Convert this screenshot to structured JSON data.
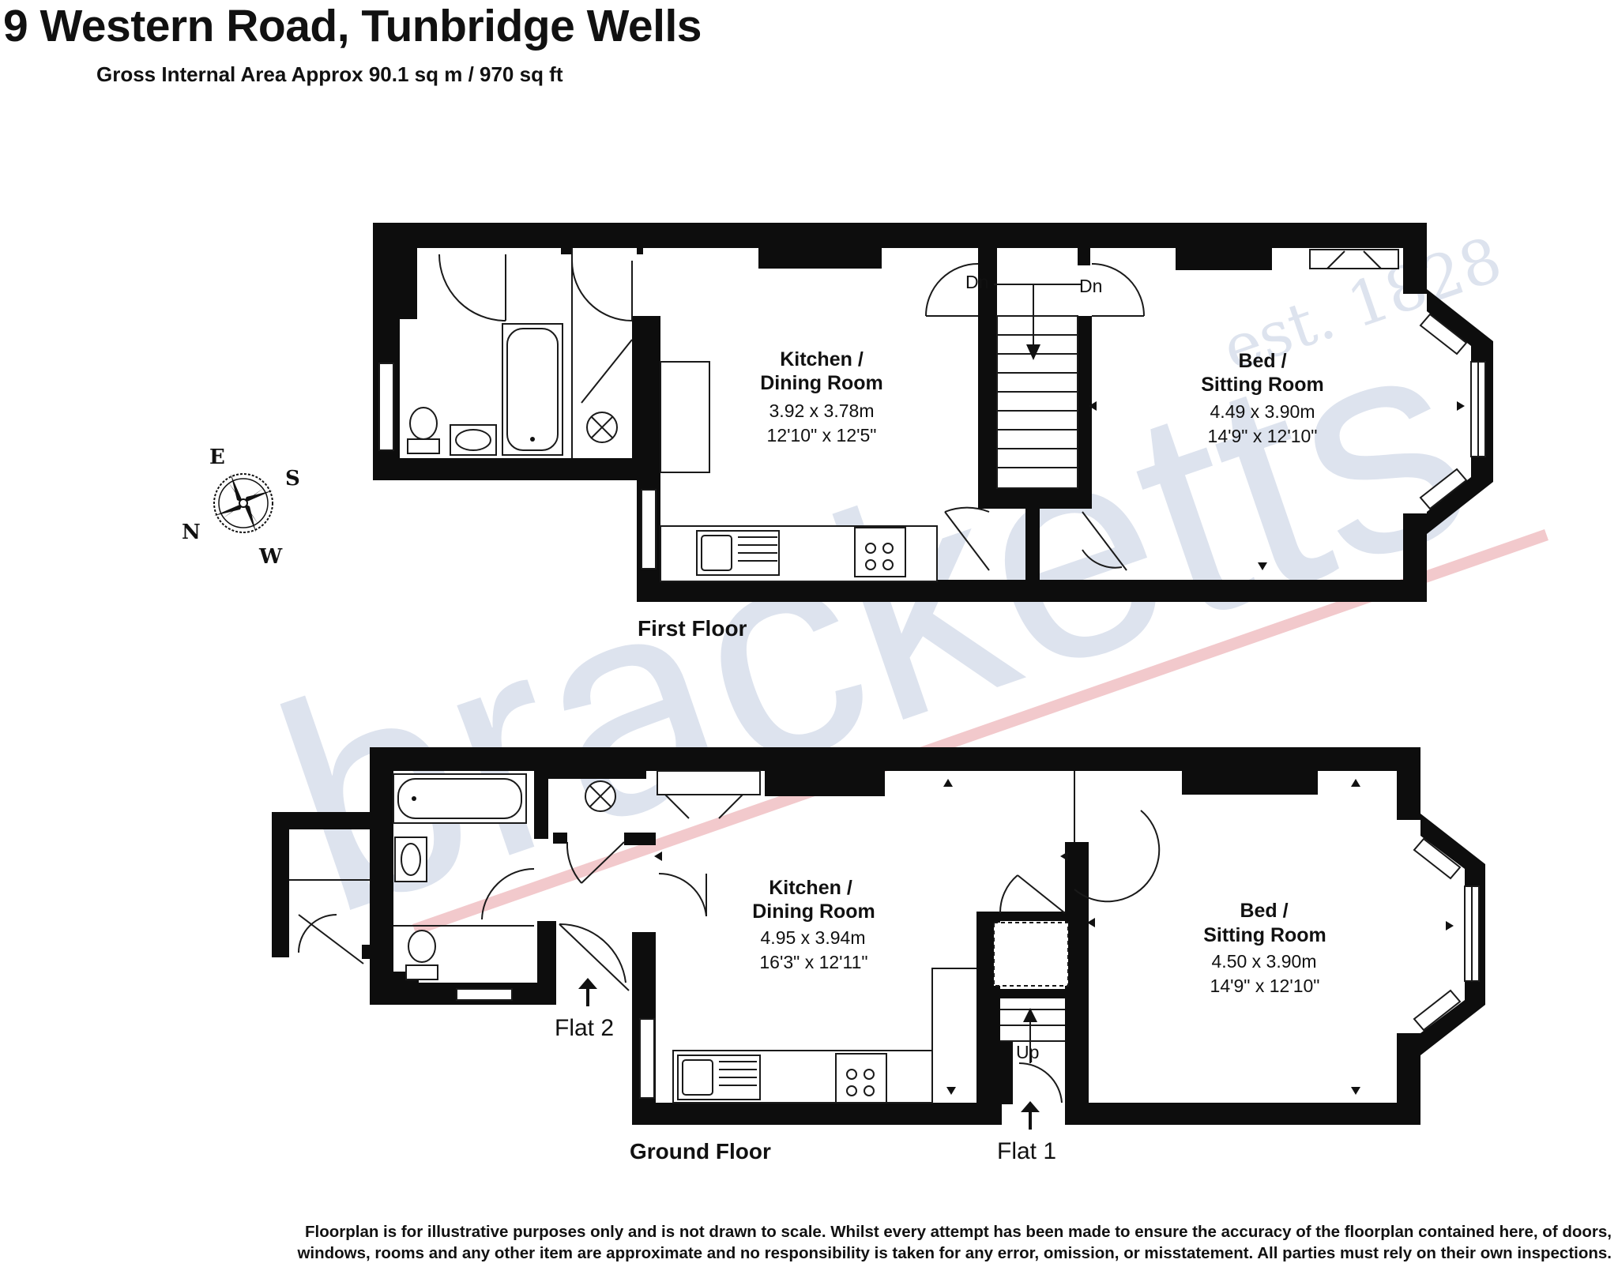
{
  "header": {
    "title": "9 Western Road, Tunbridge Wells",
    "subtitle": "Gross Internal Area Approx 90.1 sq m / 970 sq ft"
  },
  "watermark": {
    "brand": "bracketts",
    "established": "est. 1828"
  },
  "compass": {
    "n": "N",
    "e": "E",
    "s": "S",
    "w": "W"
  },
  "first_floor": {
    "label": "First Floor",
    "kitchen": {
      "name_line1": "Kitchen /",
      "name_line2": "Dining Room",
      "metric": "3.92 x 3.78m",
      "imperial": "12'10\" x 12'5\""
    },
    "bedroom": {
      "name_line1": "Bed /",
      "name_line2": "Sitting Room",
      "metric": "4.49 x 3.90m",
      "imperial": "14'9\" x 12'10\""
    },
    "stair_left": "Dn",
    "stair_right": "Dn"
  },
  "ground_floor": {
    "label": "Ground Floor",
    "kitchen": {
      "name_line1": "Kitchen /",
      "name_line2": "Dining Room",
      "metric": "4.95 x 3.94m",
      "imperial": "16'3\" x 12'11\""
    },
    "bedroom": {
      "name_line1": "Bed /",
      "name_line2": "Sitting Room",
      "metric": "4.50 x 3.90m",
      "imperial": "14'9\" x 12'10\""
    },
    "stair": "Up",
    "entrance_flat2": "Flat 2",
    "entrance_flat1": "Flat 1"
  },
  "disclaimer": {
    "line1": "Floorplan is for illustrative purposes only and is not drawn to scale. Whilst every attempt has been made to ensure the accuracy of the floorplan contained here, of doors,",
    "line2": "windows, rooms  and any other item are approximate and no responsibility is taken for any error, omission, or misstatement. All parties must rely on their own inspections."
  },
  "colors": {
    "wall": "#0d0d0d",
    "watermark_text": "#dde3ee",
    "watermark_line": "#f2c9cc"
  }
}
